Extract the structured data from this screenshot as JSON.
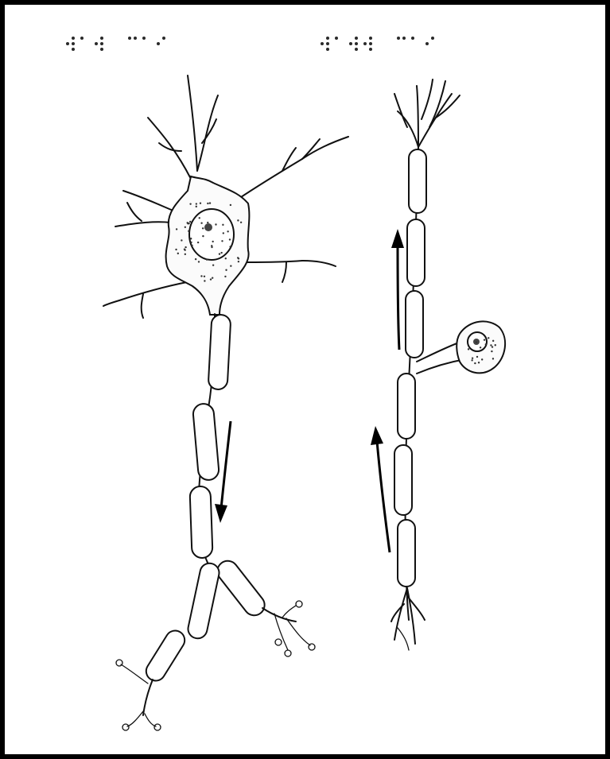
{
  "diagram": {
    "border_color": "#000000",
    "ink_color": "#111111",
    "labels": [
      {
        "kind": "braille",
        "cells": [
          "⠺⠁⠺",
          "⠉⠁⠊"
        ],
        "text": ""
      },
      {
        "kind": "braille",
        "cells": [
          "⠺⠁⠺⠺",
          "⠉⠁⠊"
        ],
        "text": ""
      }
    ],
    "figures": [
      {
        "name": "motor-neuron",
        "arrow_direction": "down"
      },
      {
        "name": "sensory-neuron",
        "arrow_direction": "up"
      }
    ]
  }
}
